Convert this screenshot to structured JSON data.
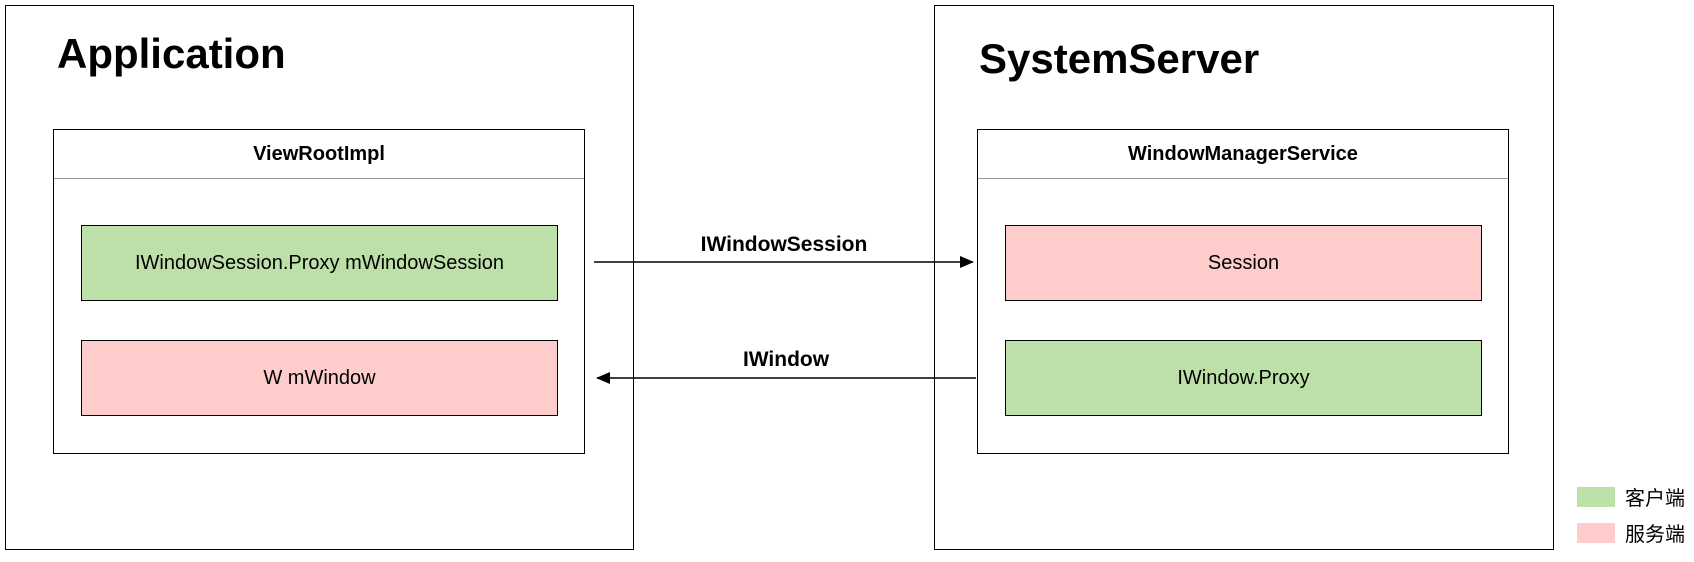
{
  "colors": {
    "client": "#bde0a8",
    "server": "#ffcccc",
    "stroke": "#000000"
  },
  "application": {
    "title": "Application",
    "component": {
      "title": "ViewRootImpl",
      "items": [
        {
          "label": "IWindowSession.Proxy mWindowSession",
          "role": "client"
        },
        {
          "label": "W mWindow",
          "role": "server"
        }
      ]
    }
  },
  "system_server": {
    "title": "SystemServer",
    "component": {
      "title": "WindowManagerService",
      "items": [
        {
          "label": "Session",
          "role": "server"
        },
        {
          "label": "IWindow.Proxy",
          "role": "client"
        }
      ]
    }
  },
  "connections": [
    {
      "label": "IWindowSession",
      "direction": "application-to-system_server"
    },
    {
      "label": "IWindow",
      "direction": "system_server-to-application"
    }
  ],
  "legend": [
    {
      "label": "客户端",
      "role": "client"
    },
    {
      "label": "服务端",
      "role": "server"
    }
  ]
}
